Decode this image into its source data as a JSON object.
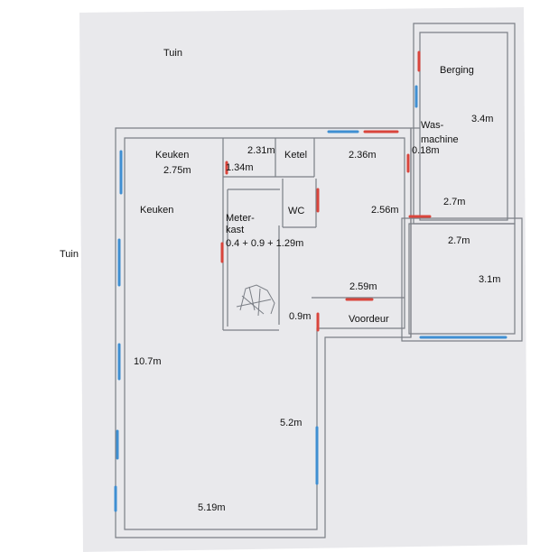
{
  "colors": {
    "paper": "#e9e9ec",
    "pencil": "#7b7f86",
    "window": "#3f8fd2",
    "door": "#d9453c",
    "text": "#111111"
  },
  "labels": {
    "tuin_top": "Tuin",
    "tuin_left": "Tuin",
    "berging": "Berging",
    "berging_dim": "3.4m",
    "was_machine_1": "Was-",
    "was_machine_2": "machine",
    "was_dim": "0.18m",
    "keuken_top": "Keuken",
    "keuken_top_dim": "2.75m",
    "keuken": "Keuken",
    "top_mid_dim": "2.31m",
    "ketel": "Ketel",
    "ketel_dim": "1.34m",
    "hall_top_dim": "2.36m",
    "right_room_top_dim": "2.7m",
    "right_room_dim": "2.7m",
    "meterkast_1": "Meter-",
    "meterkast_2": "kast",
    "meterkast_dims": "0.4  +  0.9  +  1.29m",
    "wc": "WC",
    "hall_dim": "2.56m",
    "right_room_side_dim": "3.1m",
    "hall_bottom_dim": "2.59m",
    "door_dim": "0.9m",
    "voordeur": "Voordeur",
    "living_height": "10.7m",
    "living_lower_dim": "5.2m",
    "living_width": "5.19m"
  }
}
